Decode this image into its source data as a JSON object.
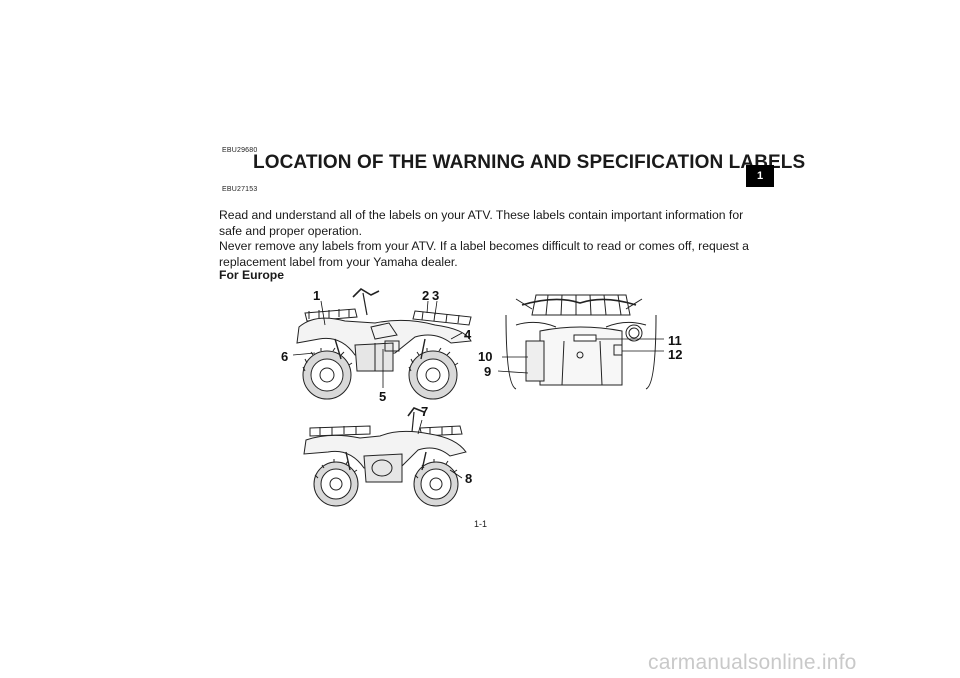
{
  "doc": {
    "code_top": "EBU29680",
    "title": "LOCATION OF THE WARNING AND SPECIFICATION LABELS",
    "code_sub": "EBU27153",
    "paragraph1": "Read and understand all of the labels on your ATV. These labels contain important information for safe and proper operation.",
    "paragraph2": "Never remove any labels from your ATV. If a label becomes difficult to read or comes off, request a replacement label from your Yamaha dealer.",
    "subheading": "For Europe",
    "chapter_tab": "1",
    "page_number": "1-1"
  },
  "figure_left_top": {
    "callouts": [
      "1",
      "2",
      "3",
      "4",
      "5",
      "6"
    ]
  },
  "figure_left_bottom": {
    "callouts": [
      "7",
      "8"
    ]
  },
  "figure_right": {
    "callouts": [
      "9",
      "10",
      "11",
      "12"
    ]
  },
  "watermark": "carmanualsonline.info"
}
